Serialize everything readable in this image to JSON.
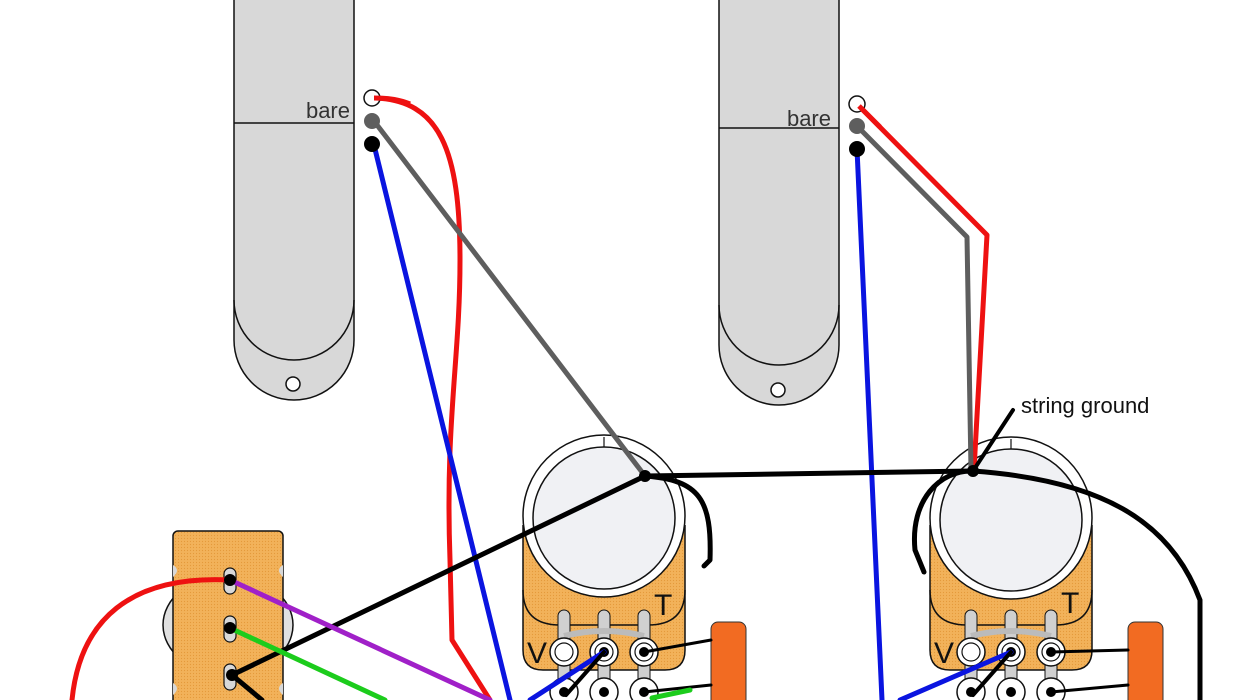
{
  "diagram": {
    "type": "guitar wiring diagram",
    "colors": {
      "pickup_fill": "#d8d8d8",
      "pot_body": "#f2b25a",
      "pot_face": "#f0f1f4",
      "capacitor": "#f26b22",
      "wire_red": "#ee1111",
      "wire_blue": "#0a14e0",
      "wire_gray": "#5e5e5e",
      "wire_black": "#000000",
      "wire_green": "#1ccc1c",
      "wire_purple": "#a020c8"
    },
    "pickups": [
      {
        "id": "pickup-left",
        "label": "bare"
      },
      {
        "id": "pickup-right",
        "label": "bare"
      }
    ],
    "pots": [
      {
        "id": "pot-left",
        "volume_label": "V",
        "tone_label": "T"
      },
      {
        "id": "pot-right",
        "volume_label": "V",
        "tone_label": "T"
      }
    ],
    "annotations": {
      "string_ground": "string ground"
    }
  }
}
